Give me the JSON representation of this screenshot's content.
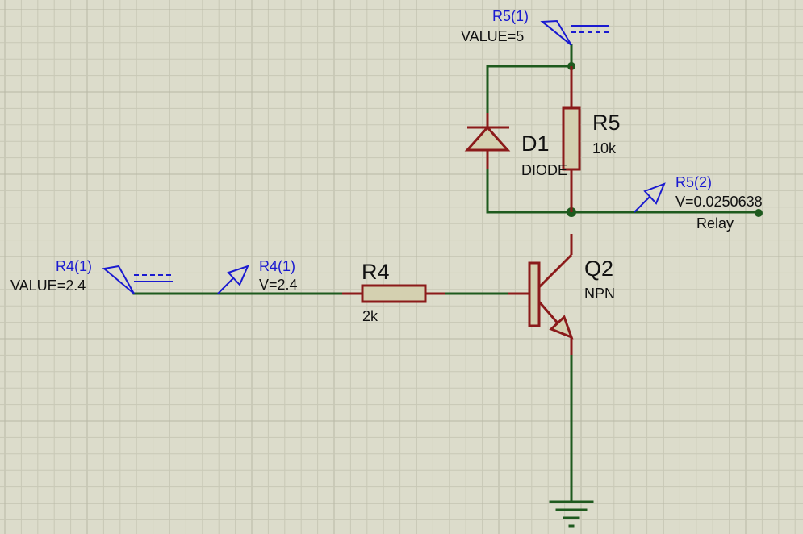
{
  "components": {
    "r5": {
      "ref": "R5",
      "value": "10k"
    },
    "r4": {
      "ref": "R4",
      "value": "2k"
    },
    "d1": {
      "ref": "D1",
      "value": "DIODE"
    },
    "q2": {
      "ref": "Q2",
      "value": "NPN"
    }
  },
  "probes": {
    "gen_r5": {
      "name": "R5(1)",
      "reading": "VALUE=5"
    },
    "gen_r4": {
      "name": "R4(1)",
      "reading": "VALUE=2.4"
    },
    "volt_r4": {
      "name": "R4(1)",
      "reading": "V=2.4"
    },
    "volt_r5": {
      "name": "R5(2)",
      "reading": "V=0.0250638"
    }
  },
  "net_labels": {
    "relay": "Relay"
  },
  "colors": {
    "wire": "#1e5a1e",
    "component": "#8b1a1a",
    "probe": "#1a1ad0",
    "background": "#dcdccb"
  }
}
